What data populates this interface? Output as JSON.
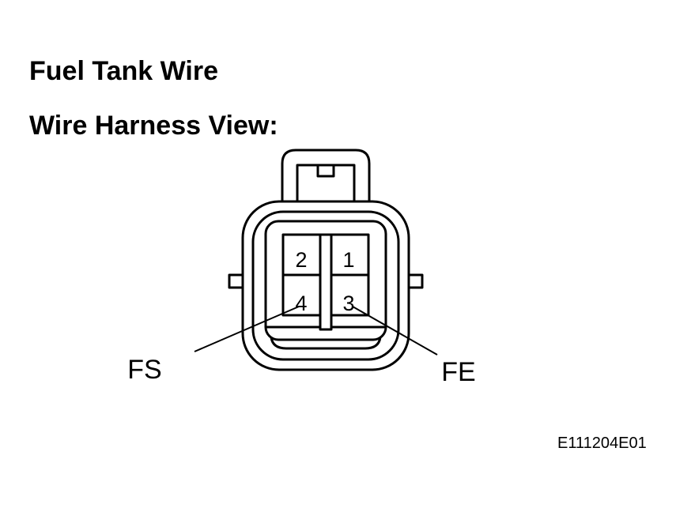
{
  "title": "Fuel Tank Wire",
  "subtitle": "Wire Harness View:",
  "connector": {
    "pins": {
      "top_left": "2",
      "top_right": "1",
      "bottom_left": "4",
      "bottom_right": "3"
    },
    "leads": {
      "left": "FS",
      "right": "FE"
    }
  },
  "figure_id": "E111204E01"
}
